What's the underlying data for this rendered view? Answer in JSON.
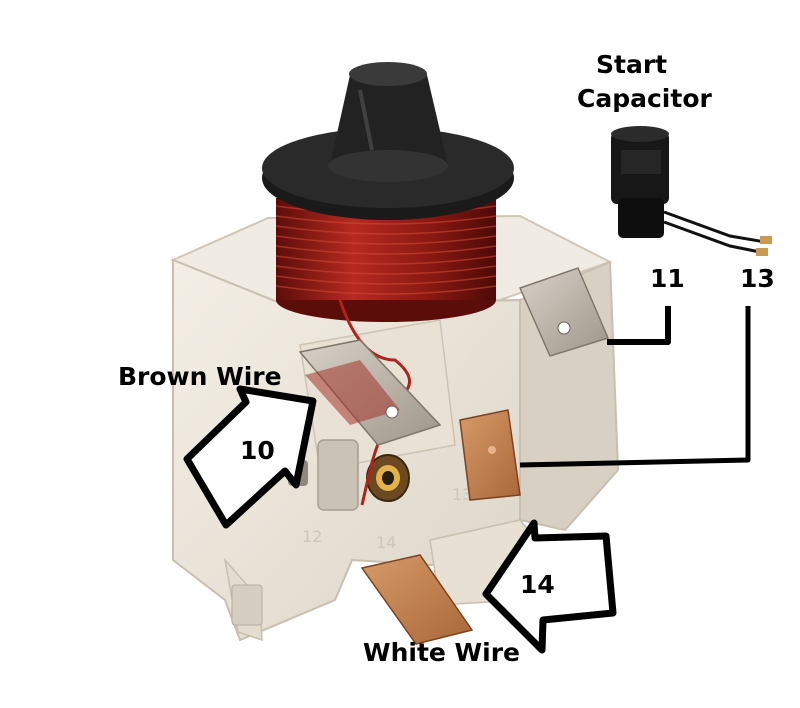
{
  "labels": {
    "start": "Start",
    "capacitor": "Capacitor",
    "brown_wire": "Brown Wire",
    "white_wire": "White Wire",
    "t10": "10",
    "t11": "11",
    "t13": "13",
    "t14": "14"
  },
  "relay_stamps": {
    "s12": "12",
    "s14": "14",
    "s13": "13"
  },
  "colors": {
    "relay_body": "#ece7dc",
    "coil_copper": "#8e1c16",
    "cap_black": "#151515",
    "terminal_copper": "#c78552",
    "terminal_silver": "#b7aea3",
    "wire": "#000000"
  }
}
